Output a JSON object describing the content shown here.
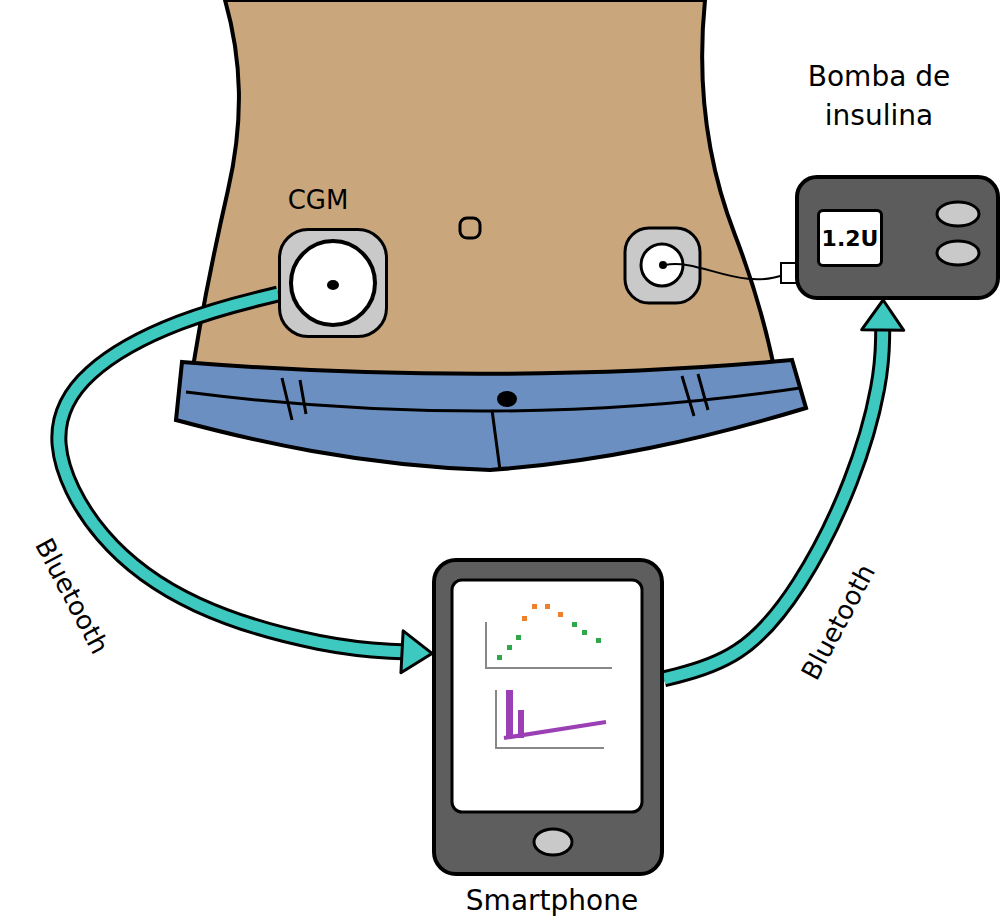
{
  "diagram": {
    "nodes": [
      {
        "text": [
          "CGM"
        ]
      },
      {
        "text": [
          "Bomba de insulina",
          "1.2U"
        ]
      },
      {
        "text": [
          "Smartphone"
        ]
      }
    ],
    "edges": [
      {
        "from": 0,
        "to": 2,
        "arrow": "to",
        "label": "Bluetooth"
      },
      {
        "from": 2,
        "to": 1,
        "arrow": "to",
        "label": "Bluetooth"
      }
    ]
  }
}
